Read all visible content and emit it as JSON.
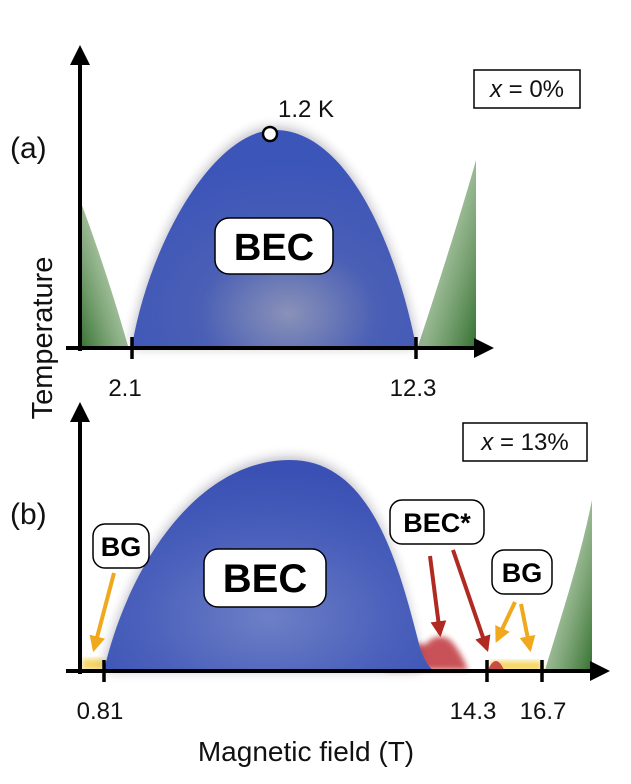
{
  "panels": {
    "a": {
      "letter": "(a)",
      "concentration_var": "x",
      "concentration_rest": " = 0%",
      "peak_label": "1.2 K",
      "region_label": "BEC",
      "ticks": [
        "2.1",
        "12.3"
      ]
    },
    "b": {
      "letter": "(b)",
      "concentration_var": "x",
      "concentration_rest": " = 13%",
      "region_label": "BEC",
      "bec_star_label": "BEC*",
      "bg_left_label": "BG",
      "bg_right_label": "BG",
      "ticks": [
        "0.81",
        "14.3",
        "16.7"
      ]
    }
  },
  "axes": {
    "ylabel": "Temperature",
    "xlabel": "Magnetic field (T)"
  },
  "colors": {
    "bec": "#3d56b8",
    "bec_star": "#c0343a",
    "bg": "#f2c21a",
    "green": "#2f6f2a",
    "arrow_red": "#b02a22",
    "arrow_orange": "#f0a81c"
  }
}
